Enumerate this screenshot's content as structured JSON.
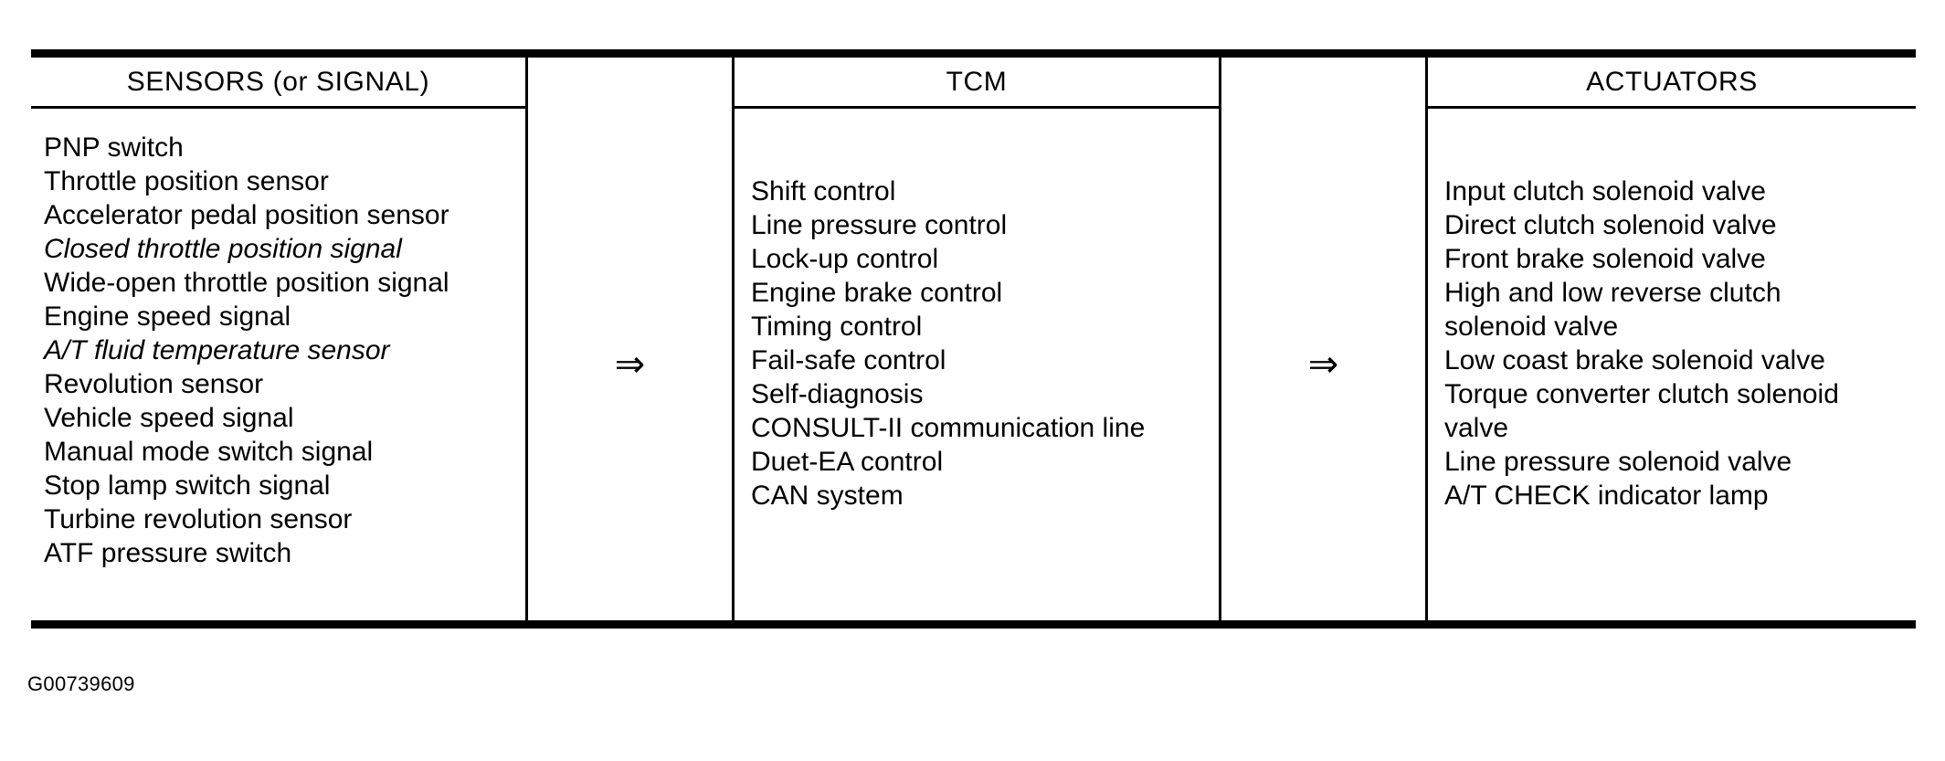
{
  "figure": {
    "caption": "G00739609"
  },
  "columns": {
    "sensors": {
      "header": "SENSORS (or SIGNAL)",
      "items": [
        {
          "text": "PNP switch",
          "italic": false
        },
        {
          "text": "Throttle position sensor",
          "italic": false
        },
        {
          "text": "Accelerator pedal position sensor",
          "italic": false
        },
        {
          "text": "Closed throttle position signal",
          "italic": true
        },
        {
          "text": "Wide-open throttle position signal",
          "italic": false
        },
        {
          "text": "Engine speed signal",
          "italic": false
        },
        {
          "text": "A/T fluid temperature sensor",
          "italic": true
        },
        {
          "text": "Revolution sensor",
          "italic": false
        },
        {
          "text": "Vehicle speed signal",
          "italic": false
        },
        {
          "text": "Manual mode switch signal",
          "italic": false
        },
        {
          "text": "Stop lamp switch signal",
          "italic": false
        },
        {
          "text": "Turbine revolution sensor",
          "italic": false
        },
        {
          "text": "ATF pressure switch",
          "italic": false
        }
      ]
    },
    "arrow1": {
      "glyph": "⇒"
    },
    "tcm": {
      "header": "TCM",
      "items": [
        {
          "text": "Shift control",
          "italic": false
        },
        {
          "text": "Line pressure control",
          "italic": false
        },
        {
          "text": "Lock-up control",
          "italic": false
        },
        {
          "text": "Engine brake control",
          "italic": false
        },
        {
          "text": "Timing control",
          "italic": false
        },
        {
          "text": "Fail-safe control",
          "italic": false
        },
        {
          "text": "Self-diagnosis",
          "italic": false
        },
        {
          "text": "CONSULT-II communication line",
          "italic": false
        },
        {
          "text": "Duet-EA control",
          "italic": false
        },
        {
          "text": "CAN system",
          "italic": false
        }
      ]
    },
    "arrow2": {
      "glyph": "⇒"
    },
    "actuators": {
      "header": "ACTUATORS",
      "items": [
        {
          "text": "Input clutch solenoid valve",
          "italic": false
        },
        {
          "text": "Direct clutch solenoid valve",
          "italic": false
        },
        {
          "text": "Front brake solenoid valve",
          "italic": false
        },
        {
          "text": "High and low reverse clutch\nsolenoid valve",
          "italic": false
        },
        {
          "text": "Low coast brake solenoid valve",
          "italic": false
        },
        {
          "text": "Torque converter clutch solenoid\nvalve",
          "italic": false
        },
        {
          "text": "Line pressure solenoid valve",
          "italic": false
        },
        {
          "text": "A/T CHECK indicator lamp",
          "italic": false
        }
      ]
    }
  }
}
